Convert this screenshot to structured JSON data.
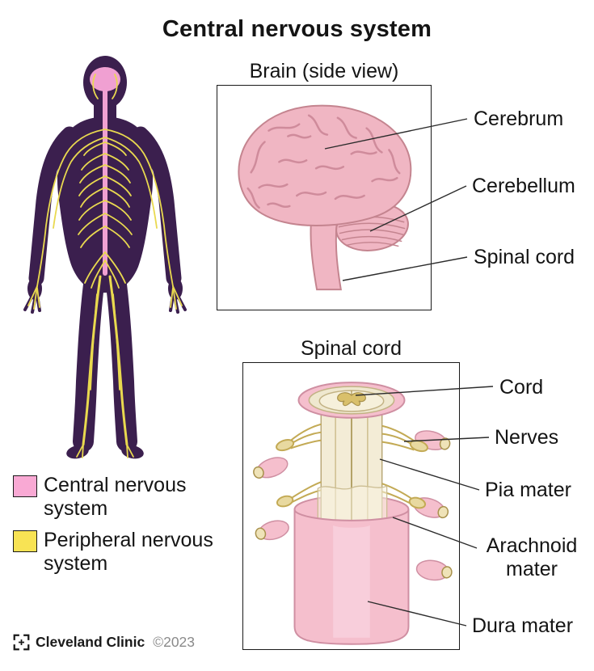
{
  "title": "Central nervous system",
  "panels": {
    "brain": {
      "title": "Brain (side view)",
      "labels": [
        "Cerebrum",
        "Cerebellum",
        "Spinal cord"
      ]
    },
    "spinal": {
      "title": "Spinal cord",
      "labels": [
        "Cord",
        "Nerves",
        "Pia mater",
        "Arachnoid mater",
        "Dura mater"
      ]
    }
  },
  "legend": {
    "items": [
      {
        "label": "Central nervous system",
        "color": "#f9a9d4"
      },
      {
        "label": "Peripheral nervous system",
        "color": "#f8e354"
      }
    ]
  },
  "footer": {
    "brand": "Cleveland Clinic",
    "copyright": "©2023"
  },
  "colors": {
    "cns_pink": "#f0a0d2",
    "pns_yellow": "#e9d94f",
    "body_silhouette": "#3b1f4e",
    "illustration_pink": "#f0b6c3",
    "connector_line": "#2b2b2b"
  }
}
